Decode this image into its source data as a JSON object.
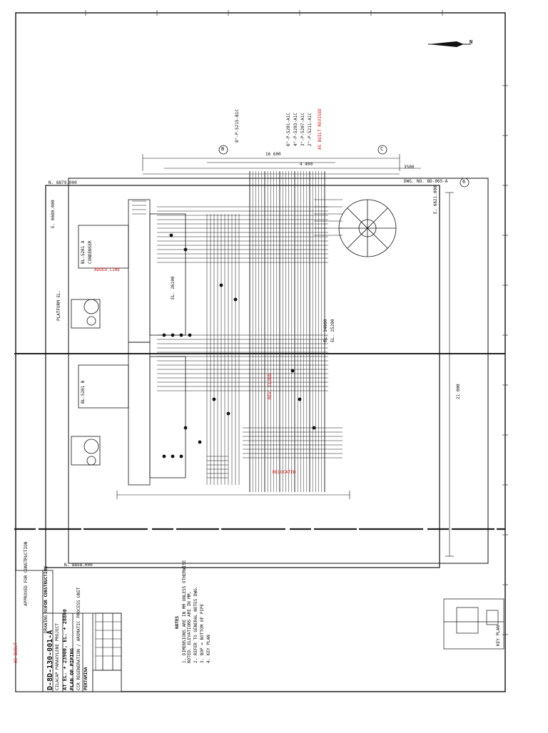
{
  "title_block": {
    "drawing_no": "D-8D-130-001-A",
    "status_stamp": "FOR CONSTRUCTION",
    "approval_stamp": "APPROVED FOR CONSTRUCTION",
    "company": "PERTAMINA",
    "unit": "CCR REGENERATION / AROMATIC PROCESS UNIT",
    "title_line1": "PLAN OF PIPING",
    "title_line2": "AT EL. + 23900, EL. + 28800",
    "project": "CILACAP PARAXYLENE PROJECT",
    "drawing_label": "DRAWING NO."
  },
  "plan": {
    "grid_bubbles": [
      "B",
      "C",
      "6"
    ],
    "dim_overall_top": "16 600",
    "dim_segment_a": "4 400",
    "dim_segment_b": "3500",
    "dim_right_vertical": "21 000",
    "coord_north_top": "N. 8879.000",
    "coord_north_bottom": "N. 8858.000",
    "coord_east_left": "E. 6600.000",
    "coord_east_right": "E. 6621.000",
    "dwg_ref": "DWG. NO. 8D-065-A",
    "compressor_tag_upper": "BL-5201 A",
    "compressor_tag_lower": "BL-5201 B",
    "equip_note": "CONDENSER",
    "platform_note": "PLATFORM EL.",
    "north_mark": "N"
  },
  "notes": {
    "header": "NOTES",
    "lines": [
      "1. DIMENSIONS ARE IN MM UNLESS OTHERWISE",
      "   NOTED. ELEVATIONS ARE IN MM.",
      "2. REFER TO GENERAL NOTES DWG.",
      "3. BOP = BOTTOM OF PIPE",
      "4. KEY PLAN"
    ]
  },
  "key_plan": {
    "label": "KEY PLAN"
  },
  "red_markups": [
    "AS BUILT REVISED",
    "ADDED LINE",
    "REV. CLOUD",
    "RELOCATED",
    "AS BUILT"
  ],
  "line_callouts": [
    "6\"-P-5201-A1C",
    "4\"-P-5203-A1C",
    "3\"-P-5207-A1C",
    "2\"-P-5211-A1C",
    "8\"-P-5215-B1C",
    "EL. 24800",
    "EL. 25200",
    "EL. 26100"
  ]
}
